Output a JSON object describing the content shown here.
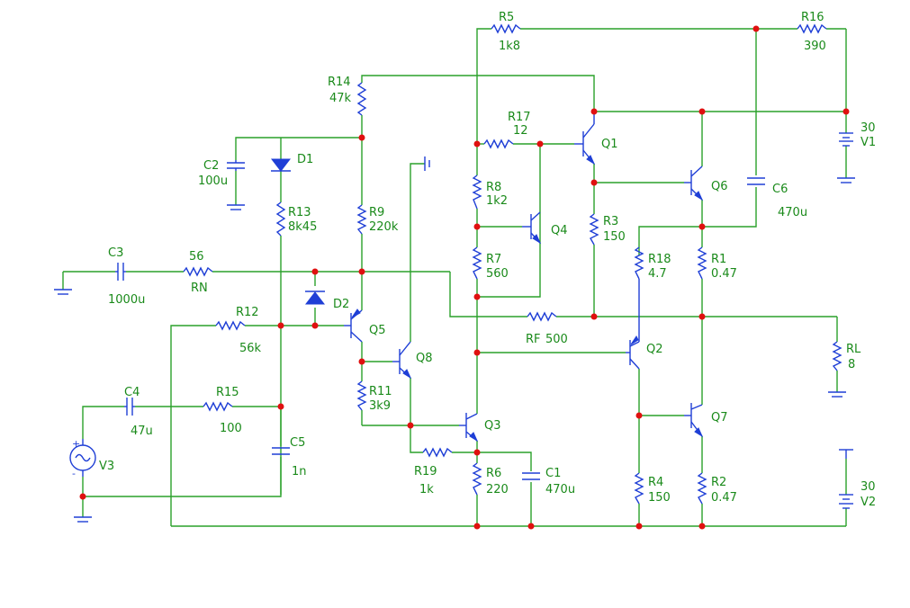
{
  "schematic": {
    "wire_color": "#2aa12a",
    "component_color": "#1f3fd6",
    "node_color": "#e01010",
    "label_color": "#1a8a1a",
    "components": [
      {
        "id": "R5",
        "value": "1k8"
      },
      {
        "id": "R16",
        "value": "390"
      },
      {
        "id": "R14",
        "value": "47k"
      },
      {
        "id": "R17",
        "value": "12"
      },
      {
        "id": "Q1"
      },
      {
        "id": "V1",
        "value": "30"
      },
      {
        "id": "C2",
        "value": "100u"
      },
      {
        "id": "D1"
      },
      {
        "id": "R8",
        "value": "1k2"
      },
      {
        "id": "Q6"
      },
      {
        "id": "C6",
        "value": "470u"
      },
      {
        "id": "R13",
        "value": "8k45"
      },
      {
        "id": "R9",
        "value": "220k"
      },
      {
        "id": "Q4"
      },
      {
        "id": "R3",
        "value": "150"
      },
      {
        "id": "C3",
        "value": "1000u"
      },
      {
        "id": "RN",
        "value": "56"
      },
      {
        "id": "R7",
        "value": "560"
      },
      {
        "id": "R18",
        "value": "4.7"
      },
      {
        "id": "R1",
        "value": "0.47"
      },
      {
        "id": "D2"
      },
      {
        "id": "R12",
        "value": "56k"
      },
      {
        "id": "Q5"
      },
      {
        "id": "RF",
        "value": "500"
      },
      {
        "id": "RL",
        "value": "8"
      },
      {
        "id": "Q8"
      },
      {
        "id": "Q2"
      },
      {
        "id": "C4",
        "value": "47u"
      },
      {
        "id": "R15",
        "value": "100"
      },
      {
        "id": "R11",
        "value": "3k9"
      },
      {
        "id": "Q7"
      },
      {
        "id": "Q3"
      },
      {
        "id": "C5",
        "value": "1n"
      },
      {
        "id": "V3"
      },
      {
        "id": "R19",
        "value": "1k"
      },
      {
        "id": "R6",
        "value": "220"
      },
      {
        "id": "C1",
        "value": "470u"
      },
      {
        "id": "R4",
        "value": "150"
      },
      {
        "id": "R2",
        "value": "0.47"
      },
      {
        "id": "V2",
        "value": "30"
      }
    ]
  }
}
